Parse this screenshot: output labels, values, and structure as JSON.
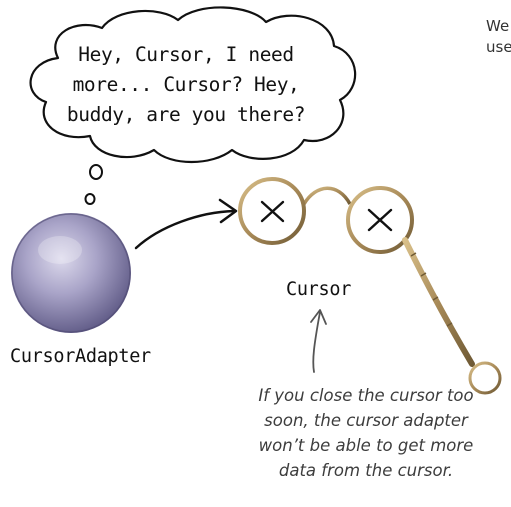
{
  "corner_text": [
    "We",
    "use"
  ],
  "thought_bubble": {
    "lines": [
      "Hey, Cursor, I need",
      "more... Cursor? Hey,",
      "buddy, are you there?"
    ]
  },
  "labels": {
    "cursor": "Cursor",
    "cursor_adapter": "CursorAdapter"
  },
  "annotation": {
    "lines": [
      "If you close the cursor too",
      "soon, the cursor adapter",
      "won’t be able to get more",
      "data from the cursor."
    ]
  },
  "colors": {
    "adapter_ball": "#9590b8",
    "spectacles_gold": "#a88a58",
    "ink": "#111111"
  }
}
